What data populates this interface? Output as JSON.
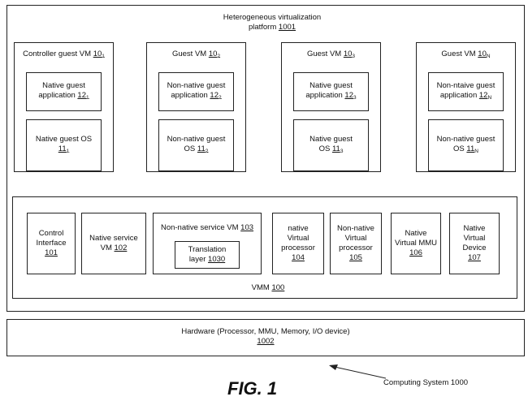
{
  "platform": {
    "title_line1": "Heterogeneous virtualization",
    "title_line2": "platform",
    "ref": "1001"
  },
  "guest_vms": [
    {
      "title": "Controller guest VM",
      "ref": "10",
      "sub": "1",
      "app_line1": "Native guest",
      "app_line2": "application",
      "app_ref": "12",
      "app_sub": "1",
      "os_line1": "Native guest OS",
      "os_line2": "",
      "os_ref": "11",
      "os_sub": "1"
    },
    {
      "title": "Guest VM",
      "ref": "10",
      "sub": "2",
      "app_line1": "Non-native guest",
      "app_line2": "application",
      "app_ref": "12",
      "app_sub": "2",
      "os_line1": "Non-native guest",
      "os_line2": "OS",
      "os_ref": "11",
      "os_sub": "2"
    },
    {
      "title": "Guest VM",
      "ref": "10",
      "sub": "3",
      "app_line1": "Native guest",
      "app_line2": "application",
      "app_ref": "12",
      "app_sub": "3",
      "os_line1": "Native guest",
      "os_line2": "OS",
      "os_ref": "11",
      "os_sub": "3"
    },
    {
      "title": "Guest VM",
      "ref": "10",
      "sub": "N",
      "app_line1": "Non-ntaive guest",
      "app_line2": "application",
      "app_ref": "12",
      "app_sub": "N",
      "os_line1": "Non-native guest",
      "os_line2": "OS",
      "os_ref": "11",
      "os_sub": "N"
    }
  ],
  "vmm": {
    "label": "VMM",
    "ref": "100",
    "components": [
      {
        "line1": "Control",
        "line2": "Interface",
        "ref": "101"
      },
      {
        "line1": "Native service",
        "line2": "VM",
        "ref": "102"
      },
      {
        "line1": "Non-native service VM",
        "ref": "103",
        "inner_line1": "Translation",
        "inner_line2": "layer",
        "inner_ref": "1030"
      },
      {
        "line1": "native",
        "line2": "Virtual",
        "line3": "processor",
        "ref": "104"
      },
      {
        "line1": "Non-native",
        "line2": "Virtual",
        "line3": "processor",
        "ref": "105"
      },
      {
        "line1": "Native",
        "line2": "Virtual MMU",
        "ref": "106"
      },
      {
        "line1": "Native",
        "line2": "Virtual",
        "line3": "Device",
        "ref": "107"
      }
    ]
  },
  "hardware": {
    "label": "Hardware  (Processor, MMU, Memory, I/O device)",
    "ref": "1002"
  },
  "computing_system": {
    "label": "Computing System 1000"
  },
  "figure_label": "FIG. 1"
}
